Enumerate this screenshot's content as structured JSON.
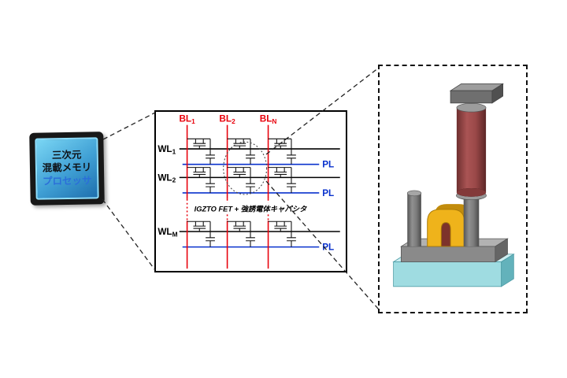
{
  "figure": {
    "chip": {
      "line1": "三次元",
      "line2": "混載メモリ",
      "line3": "プロセッサ"
    },
    "schematic": {
      "bit_lines": [
        {
          "name": "BL",
          "sub": "1"
        },
        {
          "name": "BL",
          "sub": "2"
        },
        {
          "name": "BL",
          "sub": "N"
        }
      ],
      "word_lines": [
        {
          "name": "WL",
          "sub": "1"
        },
        {
          "name": "WL",
          "sub": "2"
        },
        {
          "name": "WL",
          "sub": "M"
        }
      ],
      "plate_line_label": "PL",
      "cell_label": "IGZTO FET + 強誘電体キャパシタ"
    },
    "colors": {
      "bit_line_red": "#e8000b",
      "word_line_black": "#000000",
      "plate_line_blue": "#0a32cd",
      "chip_screen_blue": "#46b4e6",
      "processor_text_blue": "#2b6fd9",
      "capacitor_maroon": "#9a4848",
      "gate_gold": "#efb31b",
      "substrate_teal": "#9fdce1"
    }
  }
}
